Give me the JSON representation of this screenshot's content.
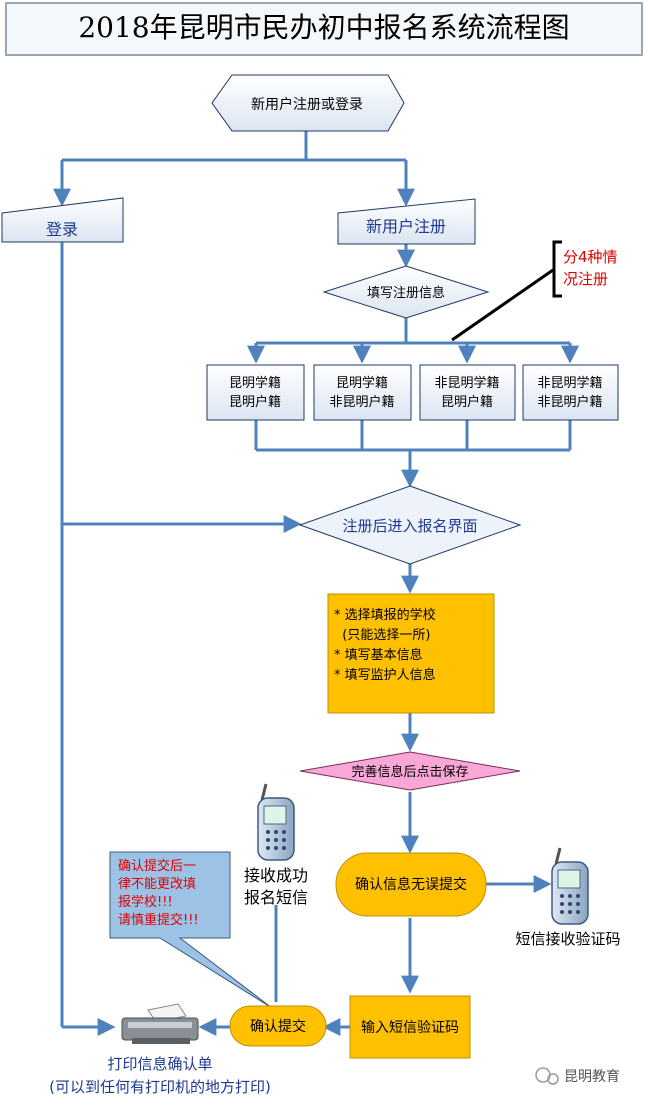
{
  "title": "2018年昆明市民办初中报名系统流程图",
  "nodes": {
    "start": "新用户注册或登录",
    "login": "登录",
    "new_register": "新用户注册",
    "fill_register": "填写注册信息",
    "note_cases": [
      "分4种情",
      "况注册"
    ],
    "case1": [
      "昆明学籍",
      "昆明户籍"
    ],
    "case2": [
      "昆明学籍",
      "非昆明户籍"
    ],
    "case3": [
      "非昆明学籍",
      "昆明户籍"
    ],
    "case4": [
      "非昆明学籍",
      "非昆明户籍"
    ],
    "enter_apply": "注册后进入报名界面",
    "apply_items": [
      "* 选择填报的学校",
      "  (只能选择一所)",
      "* 填写基本信息",
      "* 填写监护人信息"
    ],
    "save": "完善信息后点击保存",
    "confirm_submit": "确认信息无误提交",
    "sms_code_receive": "短信接收验证码",
    "receive_sms": [
      "接收成功",
      "报名短信"
    ],
    "warning": [
      "确认提交后一",
      "律不能更改填",
      "报学校!!!",
      "请慎重提交!!!"
    ],
    "input_code": "输入短信验证码",
    "confirm": "确认提交",
    "print": "打印信息确认单",
    "print_note": "(可以到任何有打印机的地方打印)",
    "watermark": "昆明教育"
  },
  "colors": {
    "line": "#4f81bd",
    "box_fill": "#dbe5f1",
    "box_stroke": "#1f3864",
    "text_blue": "#1f3a93",
    "yellow": "#ffc000",
    "yellow_stroke": "#bf9000",
    "pink": "#f9a7d6",
    "callout": "#9cc3e6",
    "red": "#e00000",
    "apply_bg": "#f8f9fc"
  }
}
